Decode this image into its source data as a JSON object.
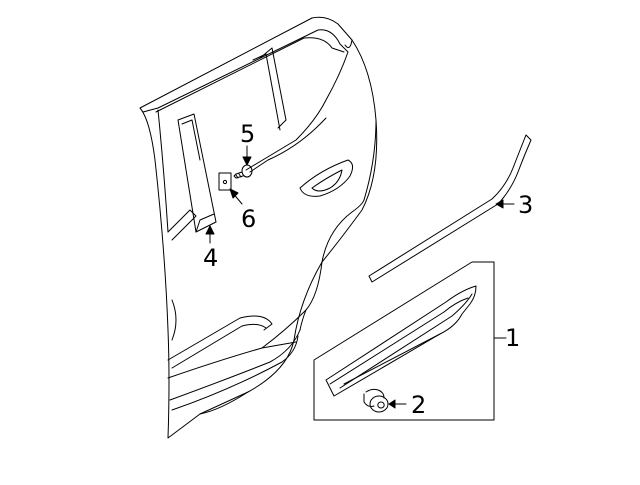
{
  "callouts": [
    {
      "number": "1",
      "part": "door-molding-assembly"
    },
    {
      "number": "2",
      "part": "clip"
    },
    {
      "number": "3",
      "part": "weatherstrip-belt-molding"
    },
    {
      "number": "4",
      "part": "pillar-applique"
    },
    {
      "number": "5",
      "part": "screw"
    },
    {
      "number": "6",
      "part": "bracket"
    }
  ],
  "colors": {
    "line": "#000000",
    "background": "#ffffff"
  }
}
